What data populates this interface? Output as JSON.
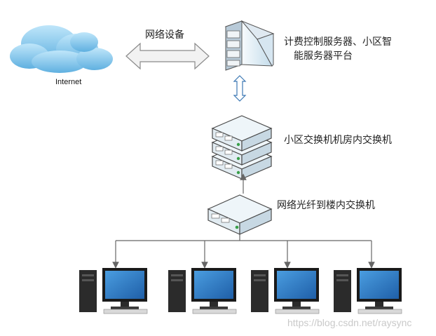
{
  "labels": {
    "internet": "Internet",
    "network_device": "网络设备",
    "server_line1": "计费控制服务器、小区智",
    "server_line2": "能服务器平台",
    "core_switch": "小区交换机机房内交换机",
    "building_switch": "网络光纤到楼内交换机"
  },
  "watermark": "https://blog.csdn.net/raysync",
  "icons": {
    "cloud": "cloud-icon",
    "double_arrow": "double-arrow-icon",
    "server": "server-rack-icon",
    "switch": "network-switch-icon",
    "computer": "desktop-computer-icon"
  },
  "colors": {
    "cloud": "#7fc6ea",
    "arrow_fill": "#f2f2f2",
    "arrow_stroke": "#8a8a8a",
    "vertical_arrow_stroke": "#3c78b4",
    "device_face": "#e9f1f6",
    "device_side": "#c9dbe6",
    "monitor_screen": "#2d77c4",
    "tower": "#2b2b2b",
    "connector": "#666666"
  },
  "computer_count": 4
}
